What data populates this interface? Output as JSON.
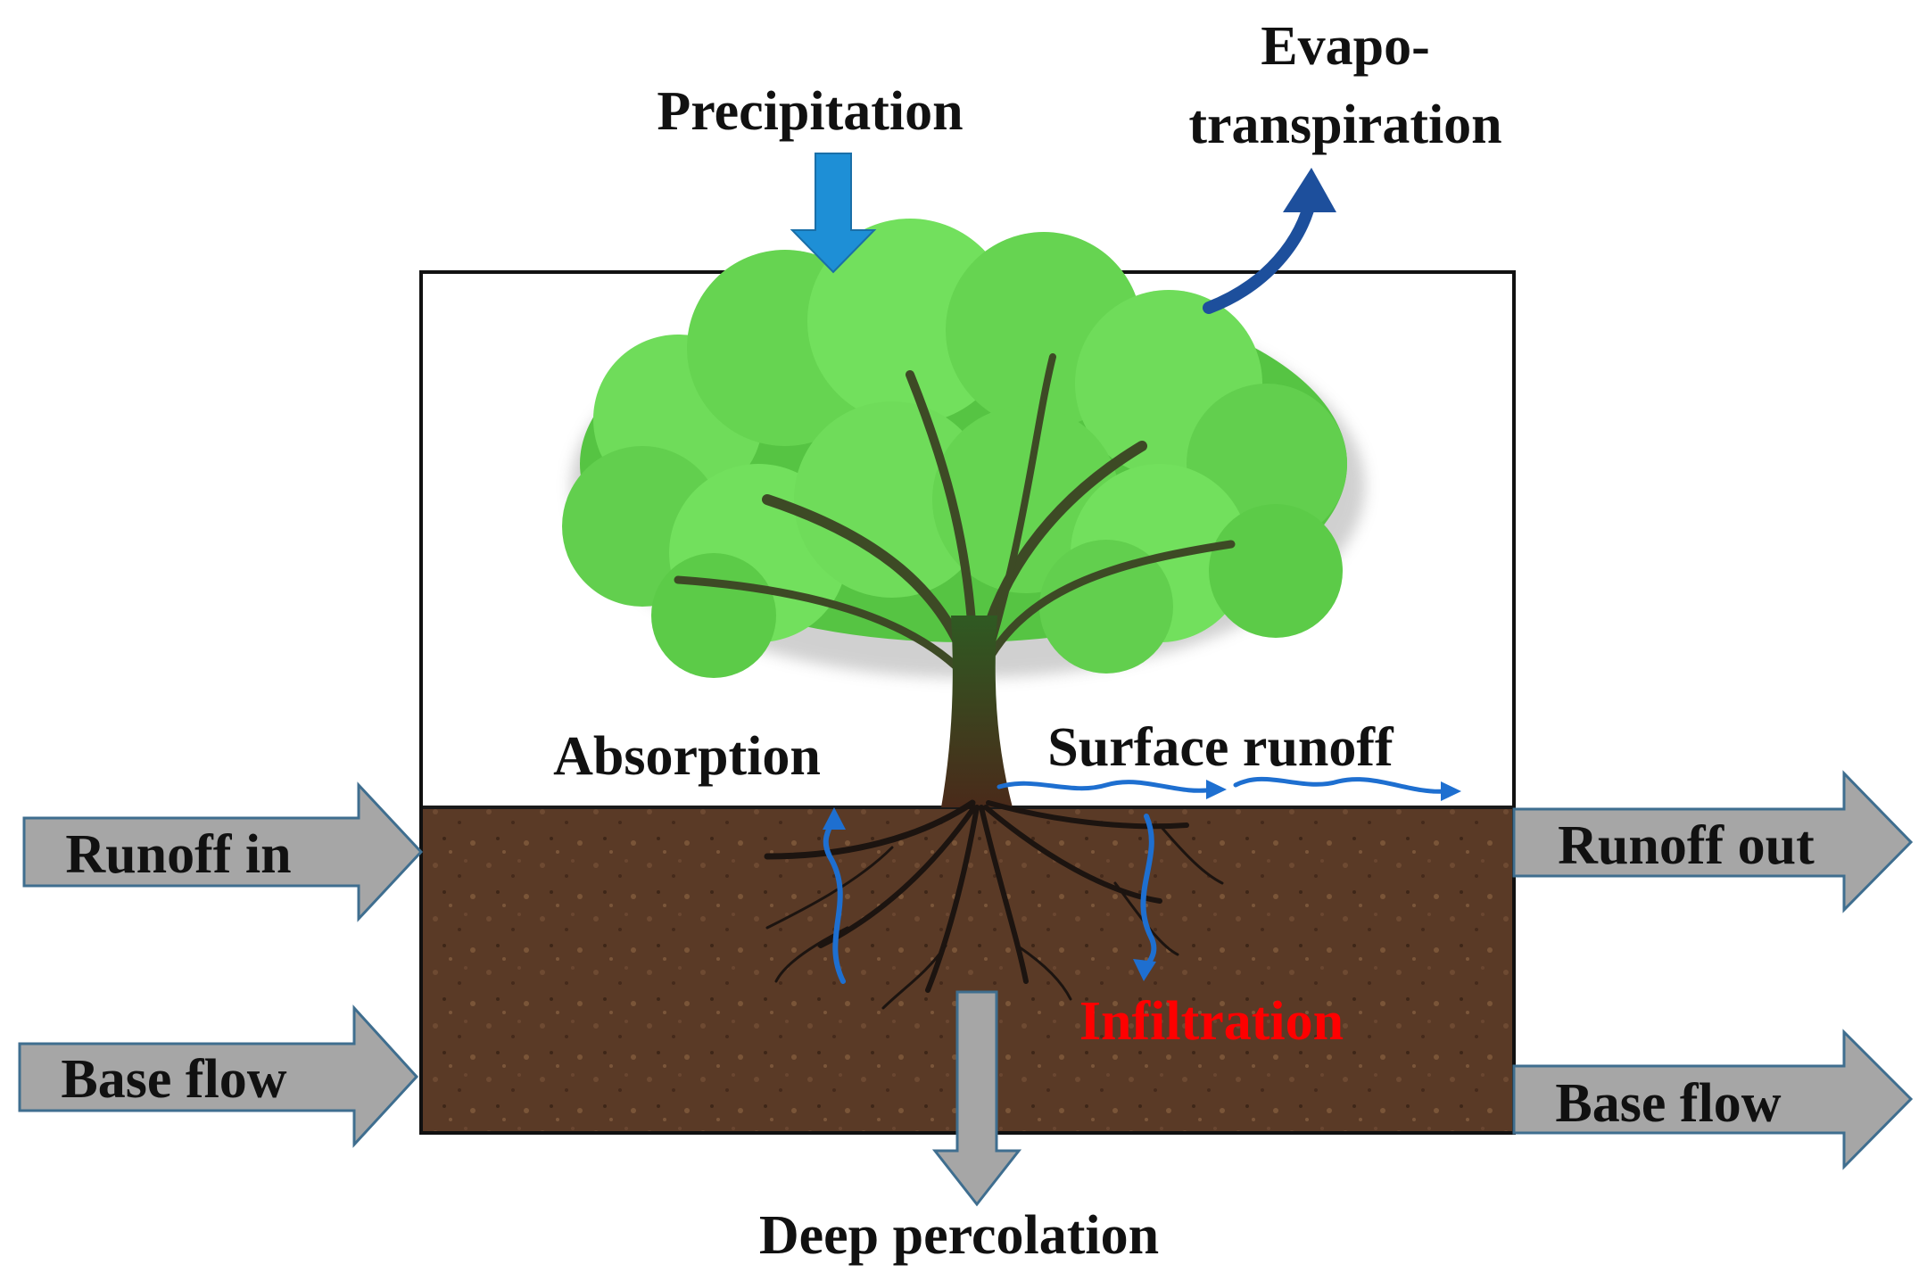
{
  "colors": {
    "soil": "#5a3a26",
    "gray_arrow": "#a6a6a6",
    "arrow_outline": "#3f6e8f",
    "blue_arrow": "#1e8fd6",
    "dark_blue": "#1d4f9c",
    "leaf": "#6fdc5a",
    "trunk": "#3d4a25",
    "red_text": "#ff0000"
  },
  "labels": {
    "precipitation": "Precipitation",
    "evapo_line1": "Evapo-",
    "evapo_line2": "transpiration",
    "absorption": "Absorption",
    "surface_runoff": "Surface runoff",
    "runoff_in": "Runoff in",
    "runoff_out": "Runoff out",
    "base_flow_left": "Base flow",
    "base_flow_right": "Base flow",
    "infiltration": "Infiltration",
    "deep_percolation": "Deep percolation"
  },
  "icons": {
    "tree": "tree-icon",
    "roots": "roots-icon"
  }
}
